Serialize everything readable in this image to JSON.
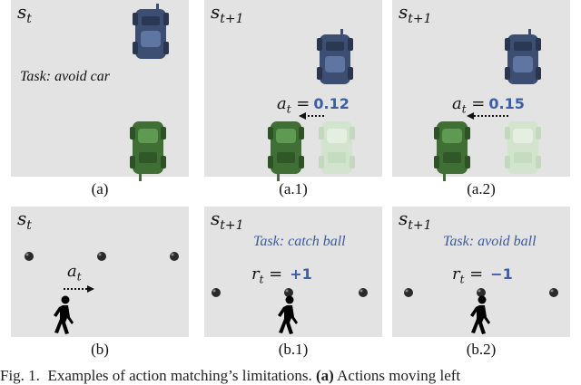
{
  "panels": {
    "a": {
      "state": "s",
      "sub": "t",
      "task": "Task: avoid car",
      "caption": "(a)"
    },
    "a1": {
      "state": "s",
      "sub": "t+1",
      "action_symbol": "a",
      "action_sub": "t",
      "action_eq": "=",
      "action_value": "0.12",
      "caption": "(a.1)"
    },
    "a2": {
      "state": "s",
      "sub": "t+1",
      "action_symbol": "a",
      "action_sub": "t",
      "action_eq": "=",
      "action_value": "0.15",
      "caption": "(a.2)"
    },
    "b": {
      "state": "s",
      "sub": "t",
      "action_symbol": "a",
      "action_sub": "t",
      "caption": "(b)"
    },
    "b1": {
      "state": "s",
      "sub": "t+1",
      "task": "Task: catch ball",
      "reward_symbol": "r",
      "reward_sub": "t",
      "reward_eq": "=",
      "reward_value": "+1",
      "caption": "(b.1)"
    },
    "b2": {
      "state": "s",
      "sub": "t+1",
      "task": "Task: avoid ball",
      "reward_symbol": "r",
      "reward_sub": "t",
      "reward_eq": "=",
      "reward_value": "−1",
      "caption": "(b.2)"
    }
  },
  "figure_caption": {
    "prefix": "Fig. 1.",
    "text": "Examples of action matching’s limitations.",
    "bold_ref": "(a)",
    "suffix": "Actions moving left"
  },
  "colors": {
    "panel_bg": "#e3e3e3",
    "value_blue": "#3a5fa8",
    "task_blue": "#3d5a99",
    "car_blue": "#3c4f73",
    "car_green": "#3f6f35",
    "car_green_faded": "#d2e4cd"
  },
  "icons": [
    "blue-car-icon",
    "green-car-icon",
    "faded-green-car-icon",
    "dotted-arrow-icon",
    "ball-icon",
    "walking-person-icon"
  ]
}
